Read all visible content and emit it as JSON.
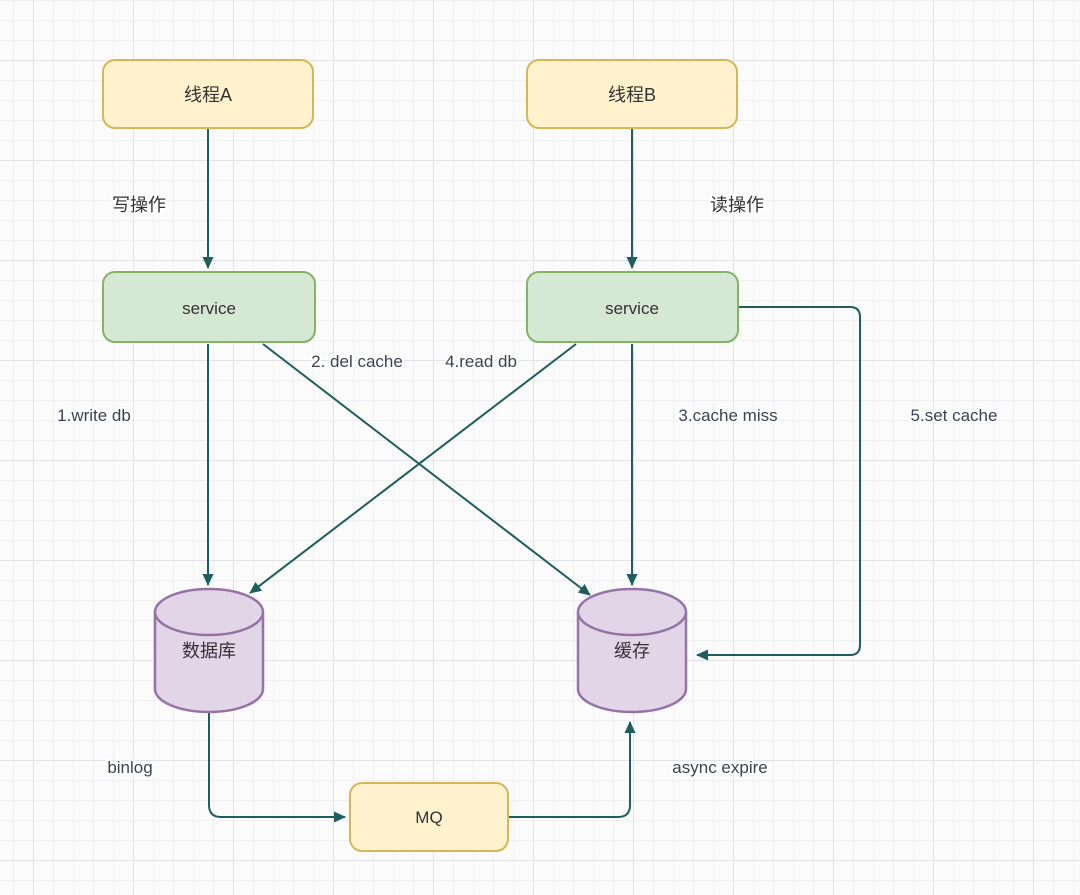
{
  "palette": {
    "bg": "#fbfbfb",
    "grid_minor": "#f0f0f2",
    "grid_major": "#e2e3e6",
    "edge": "#1e5e5e",
    "yellow_fill": "#fff2cc",
    "yellow_border": "#d6b656",
    "green_fill": "#d5e8d4",
    "green_border": "#82b366",
    "purple_fill": "#e1d5e7",
    "purple_border": "#9673a6",
    "node_text": "#333333",
    "label_text": "#3b4350"
  },
  "nodes": {
    "thread_a": {
      "label": "线程A",
      "shape": "rounded-rect",
      "color": "yellow"
    },
    "thread_b": {
      "label": "线程B",
      "shape": "rounded-rect",
      "color": "yellow"
    },
    "service_left": {
      "label": "service",
      "shape": "rounded-rect",
      "color": "green"
    },
    "service_right": {
      "label": "service",
      "shape": "rounded-rect",
      "color": "green"
    },
    "database": {
      "label": "数据库",
      "shape": "cylinder",
      "color": "purple"
    },
    "cache": {
      "label": "缓存",
      "shape": "cylinder",
      "color": "purple"
    },
    "mq": {
      "label": "MQ",
      "shape": "rounded-rect",
      "color": "yellow"
    }
  },
  "edge_labels": {
    "write_op": "写操作",
    "read_op": "读操作",
    "write_db": "1.write db",
    "del_cache": "2. del cache",
    "read_db": "4.read db",
    "cache_miss": "3.cache miss",
    "set_cache": "5.set cache",
    "binlog": "binlog",
    "async_expire": "async expire"
  }
}
